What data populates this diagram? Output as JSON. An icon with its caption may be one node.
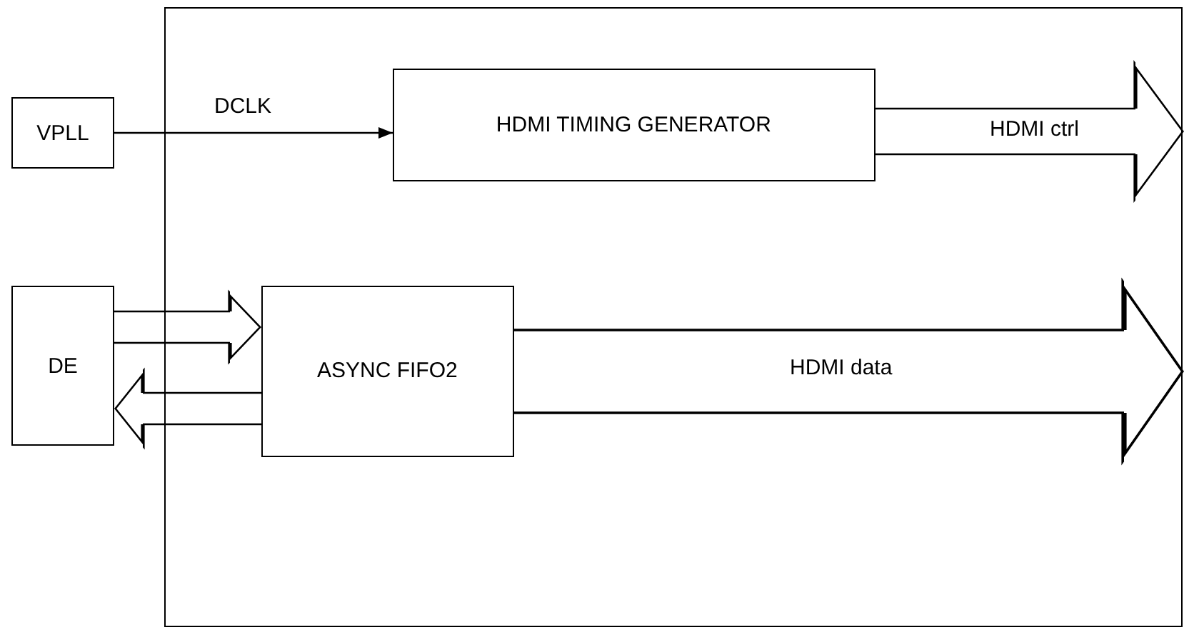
{
  "diagram": {
    "nodes": [
      {
        "text": [],
        "shape": "box"
      },
      {
        "text": [
          "VPLL"
        ]
      },
      {
        "text": [
          "HDMI TIMING GENERATOR"
        ],
        "in": 0
      },
      {
        "text": [
          "DE"
        ]
      },
      {
        "text": [
          "ASYNC FIFO2"
        ],
        "in": 0
      }
    ],
    "edges": [
      {
        "from": 1,
        "to": 2,
        "arrow": "to",
        "label": "DCLK"
      },
      {
        "from": 2,
        "to": null,
        "arrow": "to",
        "label": "HDMI ctrl"
      },
      {
        "from": 3,
        "to": 4,
        "arrow": "to"
      },
      {
        "from": 4,
        "to": 3,
        "arrow": "to"
      },
      {
        "from": 4,
        "to": null,
        "arrow": "to",
        "label": "HDMI data",
        "style": "thick"
      }
    ]
  }
}
